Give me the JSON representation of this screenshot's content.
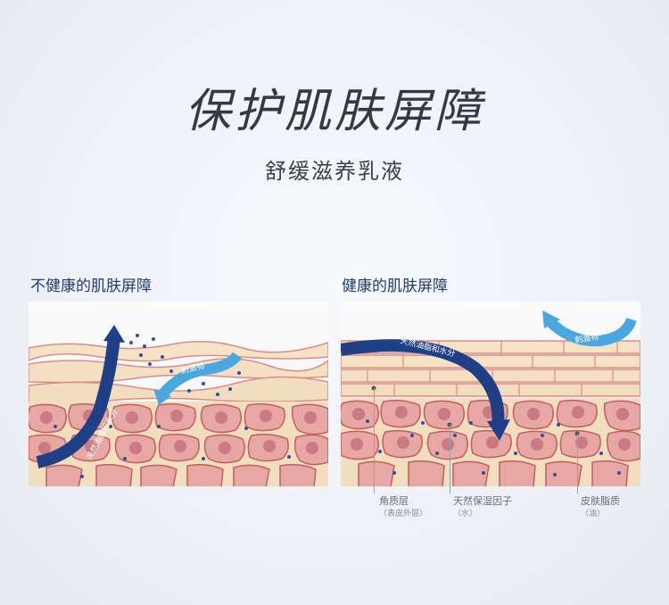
{
  "title": "保护肌肤屏障",
  "subtitle": "舒缓滋养乳液",
  "panels": {
    "unhealthy": {
      "title": "不健康的肌肤屏障",
      "irritant_label": "刺激物",
      "moisture_label": "天然油脂和水分"
    },
    "healthy": {
      "title": "健康的肌肤屏障",
      "irritant_label": "刺激物",
      "moisture_label": "天然油脂和水分"
    }
  },
  "legend": [
    {
      "name": "角质层",
      "sub": "（表皮外层）"
    },
    {
      "name": "天然保湿因子",
      "sub": "（水）"
    },
    {
      "name": "皮肤脂质",
      "sub": "（油）"
    }
  ],
  "colors": {
    "arrow_dark": "#1f3f86",
    "arrow_light": "#4aa8df",
    "skin_cell": "#e7a7a4",
    "skin_outline": "#c25e5e",
    "lipid": "#f5e6c8",
    "dot": "#2f4fa0"
  }
}
